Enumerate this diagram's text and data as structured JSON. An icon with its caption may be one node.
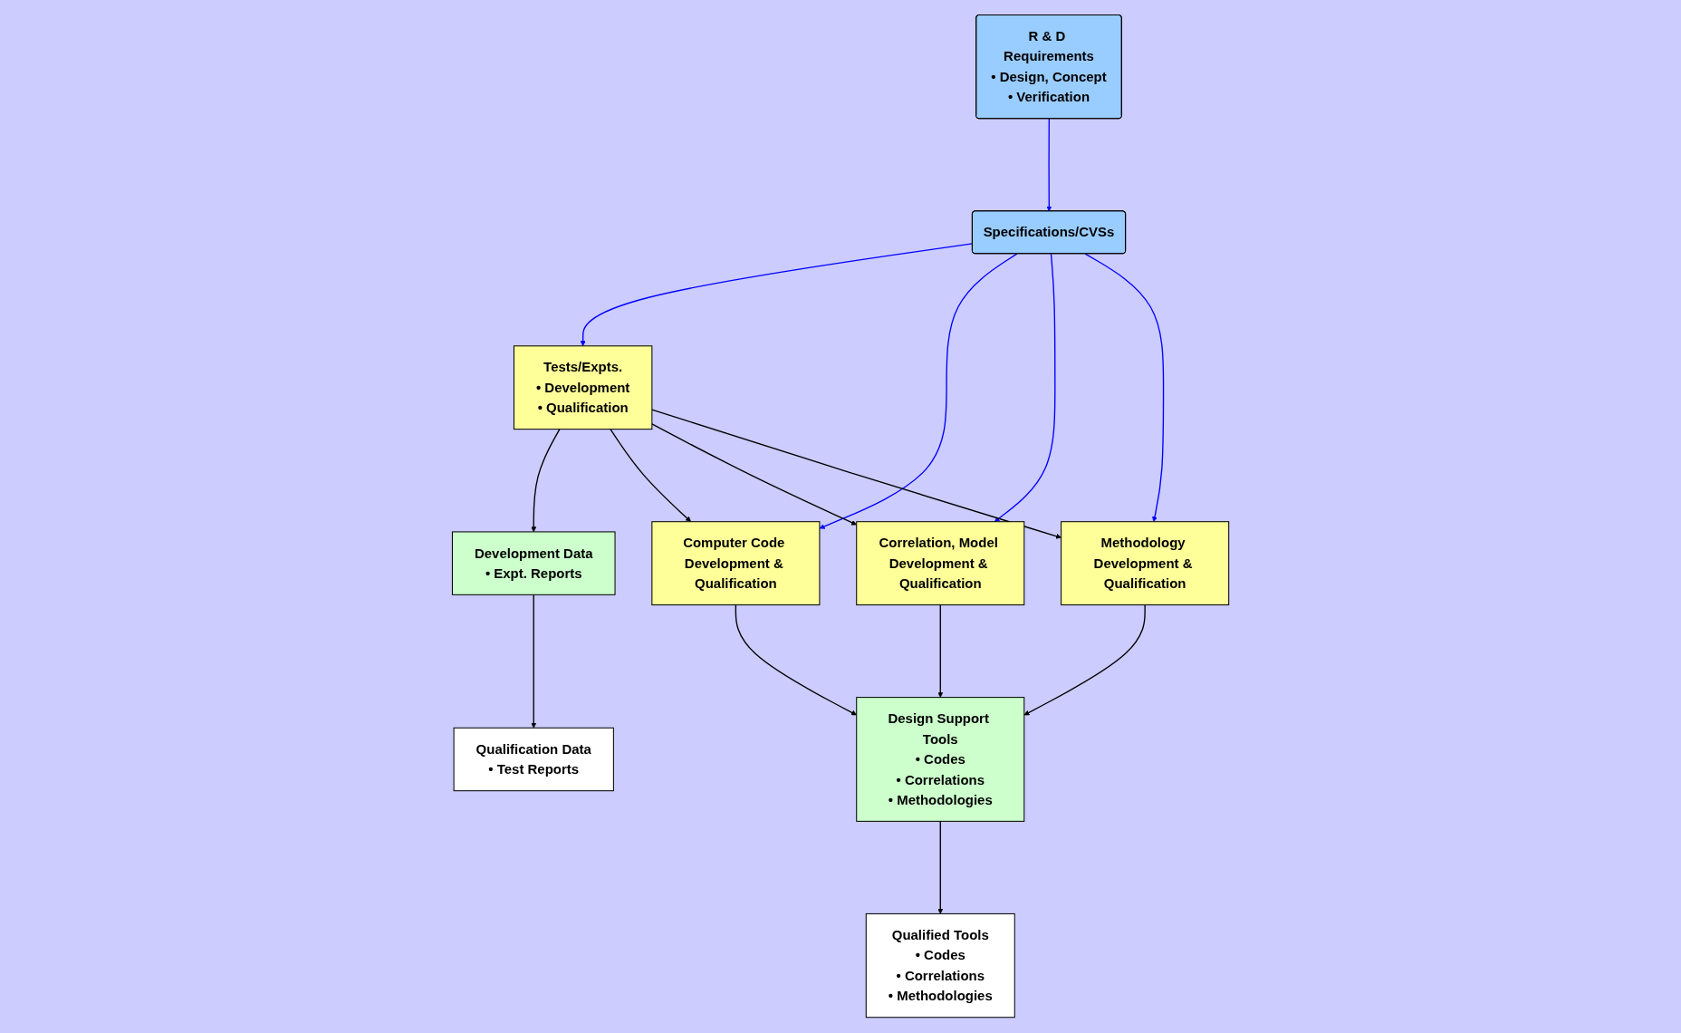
{
  "diagram": {
    "nodes": [
      {
        "text": [
          "Specifications/CVSs"
        ]
      },
      {
        "text": [
          "R & D Requirements",
          "• Design, Concept",
          "• Verification"
        ]
      },
      {
        "text": [
          "Tests/Expts.",
          "• Development",
          "• Qualification"
        ]
      },
      {
        "text": [
          "Development Data",
          "• Expt. Reports"
        ]
      },
      {
        "text": [
          "Qualification Data",
          "• Test Reports"
        ]
      },
      {
        "text": [
          "Computer Code Development & Qualification"
        ]
      },
      {
        "text": [
          "Correlation, Model Development & Qualification"
        ]
      },
      {
        "text": [
          "Methodology Development & Qualification"
        ]
      },
      {
        "text": [
          "Design Support Tools",
          "• Codes",
          "• Correlations",
          "• Methodologies"
        ]
      },
      {
        "text": [
          "Qualified Tools",
          "• Codes",
          "• Correlations",
          "• Methodologies"
        ]
      }
    ],
    "edges": [
      {
        "from": 1,
        "to": 0,
        "arrow": "to",
        "color": "#0000ff"
      },
      {
        "from": 0,
        "to": 2,
        "arrow": "to",
        "color": "#0000ff"
      },
      {
        "from": 0,
        "to": 5,
        "arrow": "to",
        "color": "#0000ff"
      },
      {
        "from": 0,
        "to": 6,
        "arrow": "to",
        "color": "#0000ff"
      },
      {
        "from": 0,
        "to": 7,
        "arrow": "to",
        "color": "#0000ff"
      },
      {
        "from": 2,
        "to": 3,
        "arrow": "to"
      },
      {
        "from": 3,
        "to": 4,
        "arrow": "to"
      },
      {
        "from": 2,
        "to": 5,
        "arrow": "to"
      },
      {
        "from": 2,
        "to": 6,
        "arrow": "to"
      },
      {
        "from": 2,
        "to": 7,
        "arrow": "to"
      },
      {
        "from": 5,
        "to": 8,
        "arrow": "to"
      },
      {
        "from": 6,
        "to": 8,
        "arrow": "to"
      },
      {
        "from": 7,
        "to": 8,
        "arrow": "to"
      },
      {
        "from": 8,
        "to": 9,
        "arrow": "to"
      }
    ]
  }
}
